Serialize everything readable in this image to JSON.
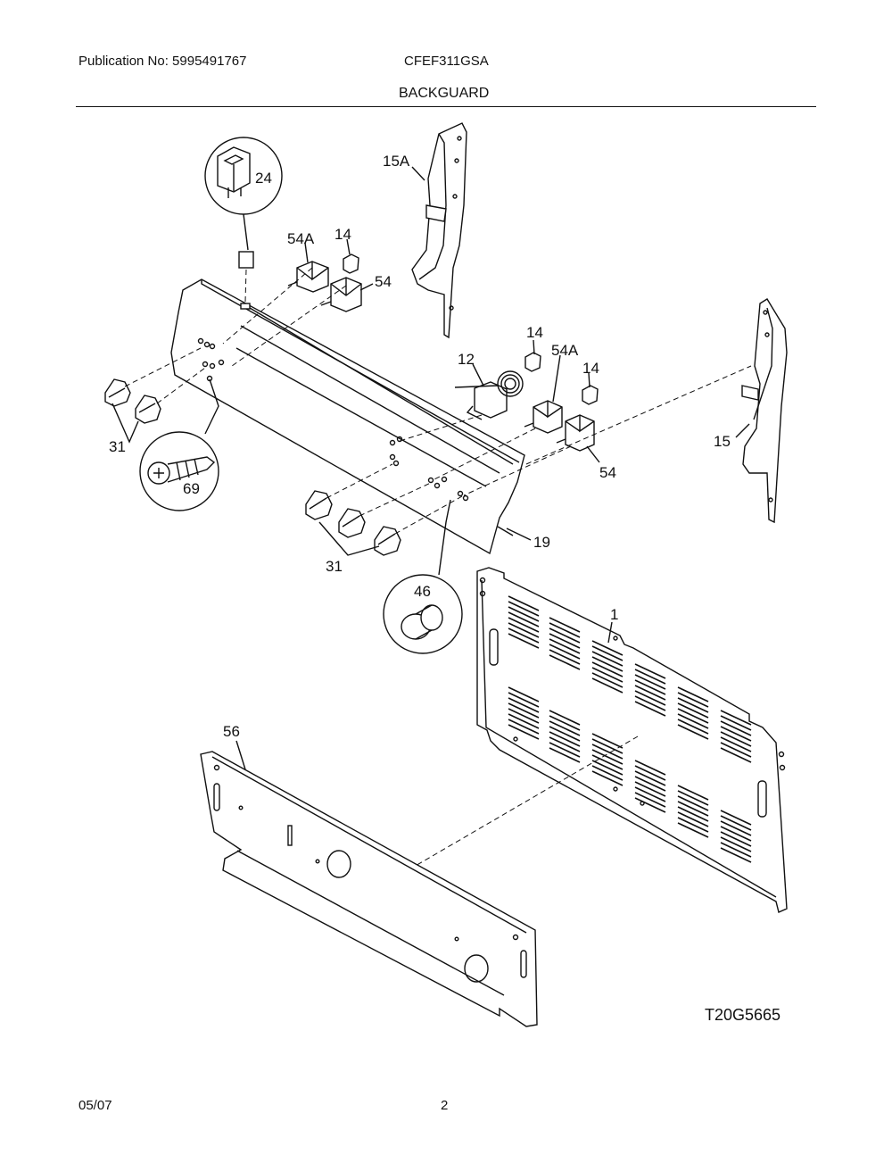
{
  "header": {
    "publication": "Publication No: 5995491767",
    "model": "CFEF311GSA",
    "section": "BACKGUARD"
  },
  "diagram": {
    "drawing_id": "T20G5665",
    "callouts": {
      "c24": "24",
      "c15A": "15A",
      "c54A_top": "54A",
      "c14_top": "14",
      "c54_top": "54",
      "c12": "12",
      "c14_mid": "14",
      "c54A_mid": "54A",
      "c14_right": "14",
      "c15": "15",
      "c31_left": "31",
      "c69": "69",
      "c54_mid": "54",
      "c19": "19",
      "c31_bottom": "31",
      "c46": "46",
      "c1": "1",
      "c56": "56"
    }
  },
  "footer": {
    "date": "05/07",
    "page": "2"
  }
}
